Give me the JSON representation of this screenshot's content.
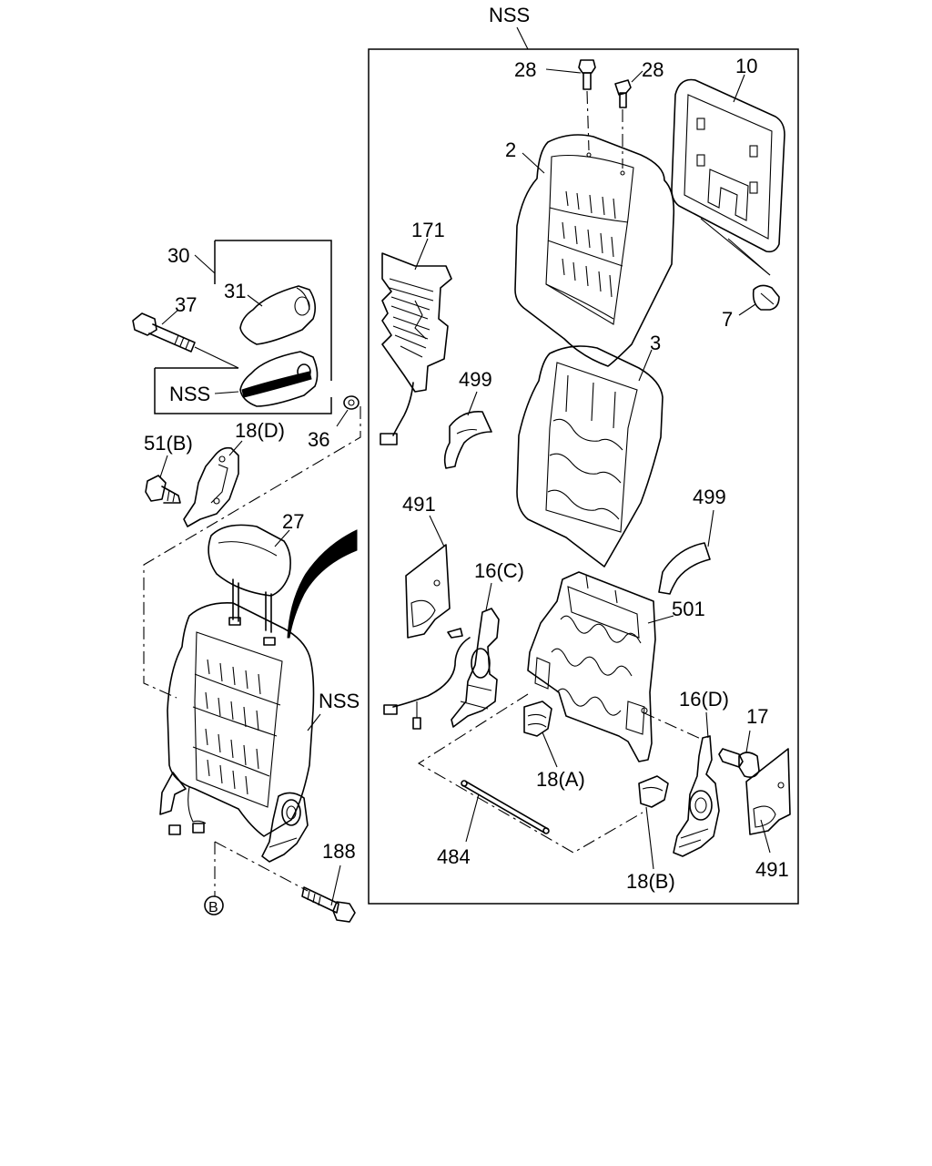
{
  "labels": {
    "nss_top": "NSS",
    "p28_left": "28",
    "p28_right": "28",
    "p10": "10",
    "p2": "2",
    "p171": "171",
    "p7": "7",
    "p3": "3",
    "p499_upper": "499",
    "p499_lower": "499",
    "p491_left": "491",
    "p16c": "16(C)",
    "p501": "501",
    "p16d": "16(D)",
    "p17": "17",
    "p18a": "18(A)",
    "p484": "484",
    "p18b": "18(B)",
    "p491_right": "491",
    "p30": "30",
    "p31": "31",
    "p37": "37",
    "nss_bracket": "NSS",
    "p36": "36",
    "p51b": "51(B)",
    "p18d": "18(D)",
    "p27": "27",
    "nss_seat": "NSS",
    "p188": "188",
    "ref_b": "B"
  }
}
